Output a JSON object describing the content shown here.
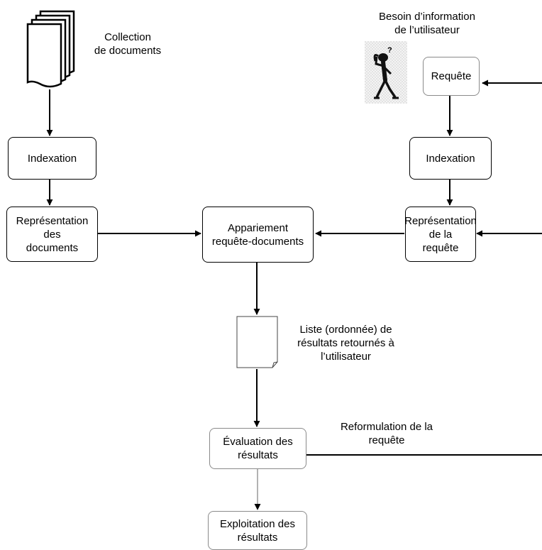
{
  "labels": {
    "collection": "Collection\nde documents",
    "besoin": "Besoin d’information\nde l’utilisateur",
    "liste": "Liste (ordonnée) de\nrésultats retournés à\nl’utilisateur",
    "reformulation": "Reformulation de la\nrequête"
  },
  "boxes": {
    "indexation_docs": "Indexation",
    "representation_docs": "Représentation\ndes\ndocuments",
    "appariement": "Appariement\nrequête-documents",
    "requete": "Requête",
    "indexation_requete": "Indexation",
    "representation_requete": "Représentation\nde la\nrequête",
    "evaluation": "Évaluation des\nrésultats",
    "exploitation": "Exploitation des\nrésultats"
  },
  "icons": {
    "documents_stack": "stacked-documents-icon",
    "result_document": "document-page-icon",
    "thinking_person": "thinking-person-icon"
  }
}
